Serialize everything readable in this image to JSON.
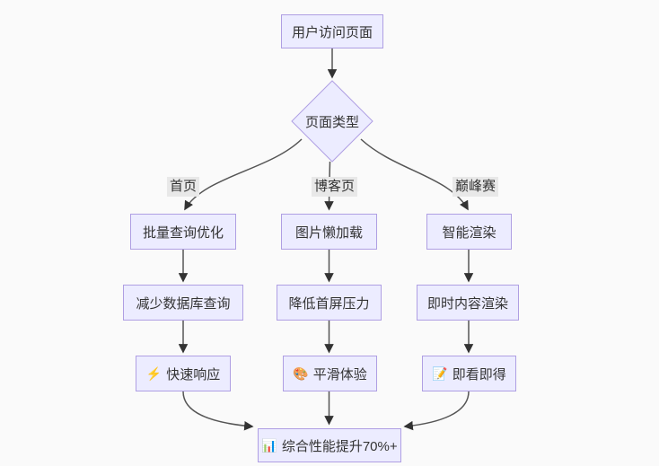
{
  "flowchart": {
    "nodes": {
      "start": "用户访问页面",
      "decision": "页面类型",
      "branch_left": "首页",
      "branch_middle": "博客页",
      "branch_right": "巅峰赛",
      "left_step1": "批量查询优化",
      "left_step2": "减少数据库查询",
      "left_result_icon": "⚡",
      "left_result": "快速响应",
      "mid_step1": "图片懒加载",
      "mid_step2": "降低首屏压力",
      "mid_result_icon": "🎨",
      "mid_result": "平滑体验",
      "right_step1": "智能渲染",
      "right_step2": "即时内容渲染",
      "right_result_icon": "📝",
      "right_result": "即看即得",
      "final_icon": "📊",
      "final": "综合性能提升70%+"
    },
    "colors": {
      "background": "#fafafa",
      "node_fill": "#ECECFF",
      "node_border": "#af9fe3",
      "edge_line": "#555555",
      "arrowhead": "#333333",
      "edge_label_bg": "#e8e8e8",
      "text": "#333333"
    }
  }
}
